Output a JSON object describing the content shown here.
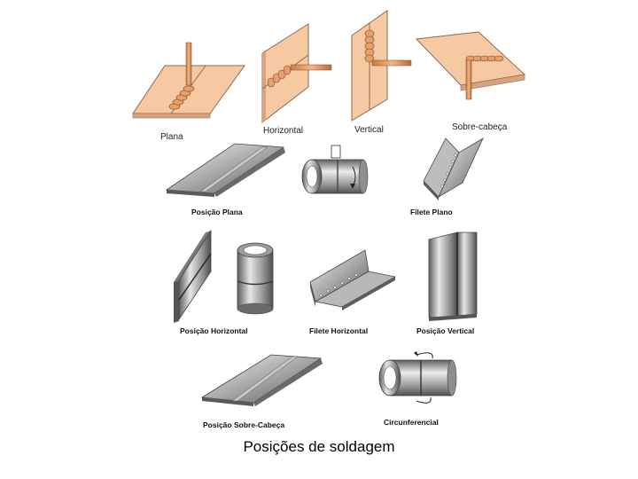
{
  "top_row": {
    "labels": [
      "Plana",
      "Horizontal",
      "Vertical",
      "Sobre-cabeça"
    ]
  },
  "panels": {
    "posicao_plana": "Posição Plana",
    "filete_plano": "Filete  Plano",
    "posicao_horizontal": "Posição Horizontal",
    "filete_horizontal": "Filete Horizontal",
    "posicao_vertical": "Posição Vertical",
    "posicao_sobre_cabeca": "Posição Sobre-Cabeça",
    "circunferencial": "Circunferencial"
  },
  "caption": "Posições de soldagem",
  "colors": {
    "plate": "#f7c9a3",
    "plate_edge": "#8a6a55",
    "rod": "#e8a06a",
    "steel_light": "#d6d6d6",
    "steel_dark": "#6e6e6e"
  }
}
